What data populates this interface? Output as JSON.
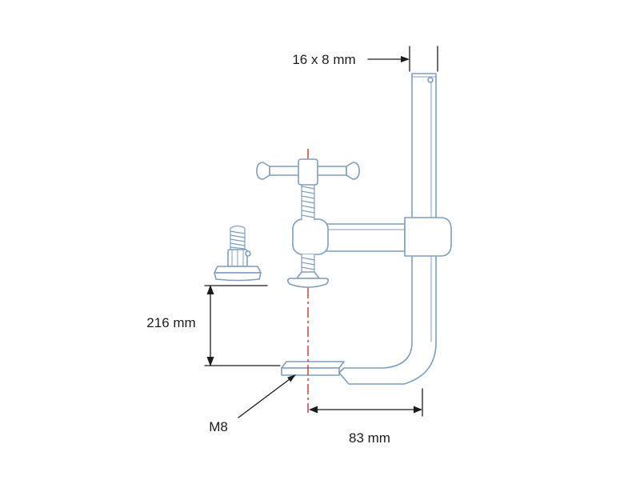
{
  "labels": {
    "rail_section": "16 x 8 mm",
    "opening": "216 mm",
    "thread": "M8",
    "depth": "83 mm"
  },
  "colors": {
    "drawing": "#7d9ec0",
    "shade": "#dde8f1",
    "dimension": "#1c1c1c",
    "centerline": "#d0342c",
    "background": "#ffffff"
  }
}
